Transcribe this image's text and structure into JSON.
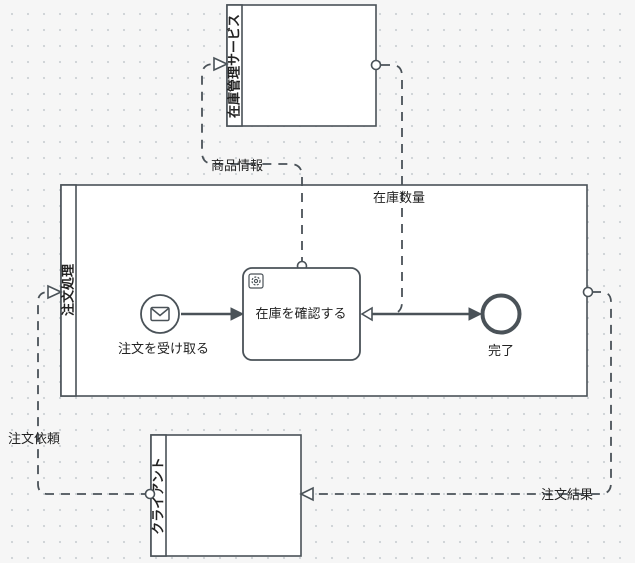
{
  "pools": {
    "inventory_service": "在庫管理サービス",
    "order_processing": "注文処理",
    "client": "クライアント"
  },
  "nodes": {
    "start_event": "注文を受け取る",
    "check_task": "在庫を確認する",
    "end_event": "完了"
  },
  "message_flows": {
    "product_info": "商品情報",
    "stock_qty": "在庫数量",
    "order_request": "注文依頼",
    "order_result": "注文結果"
  },
  "icons": {
    "start_event": "envelope-icon",
    "task": "gear-icon"
  },
  "colors": {
    "stroke": "#4a5258",
    "background": "#f6f6f6",
    "shape_fill": "#ffffff"
  }
}
